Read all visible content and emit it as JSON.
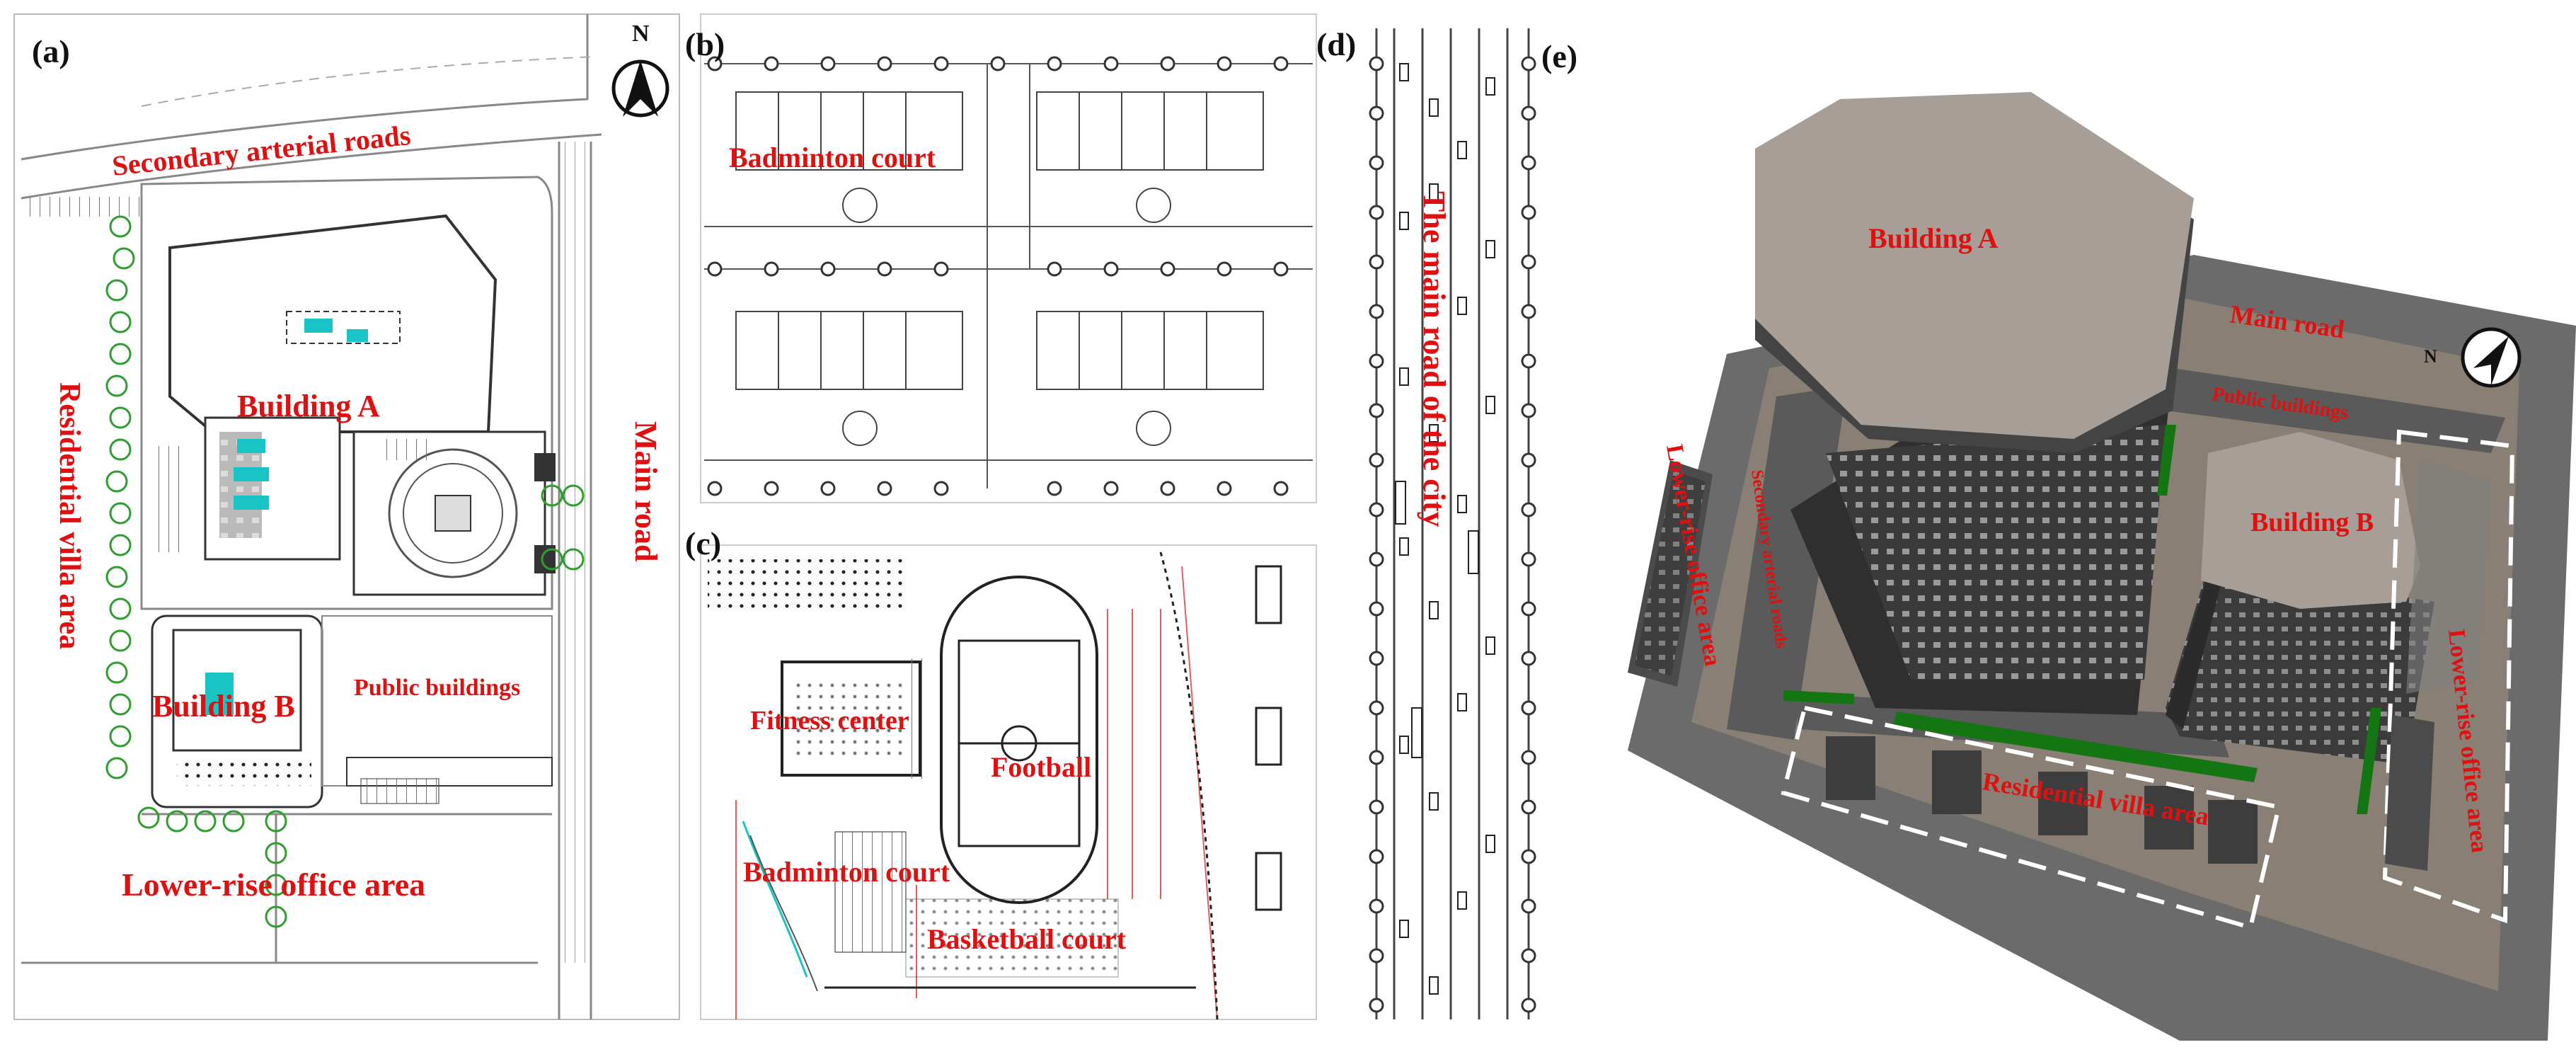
{
  "panels": {
    "a": {
      "label": "(a)",
      "north": "N",
      "labels": {
        "secondary_road": "Secondary arterial roads",
        "main_road": "Main road",
        "building_a": "Building A",
        "building_b": "Building B",
        "residential": "Residential villa area",
        "public": "Public buildings",
        "lower_office": "Lower-rise office area"
      }
    },
    "b": {
      "label": "(b)",
      "labels": {
        "badminton": "Badminton court"
      }
    },
    "c": {
      "label": "(c)",
      "labels": {
        "fitness": "Fitness center",
        "football": "Football",
        "badminton": "Badminton court",
        "basketball": "Basketball court"
      }
    },
    "d": {
      "label": "(d)",
      "labels": {
        "main_road_city": "The main road of the city"
      }
    },
    "e": {
      "label": "(e)",
      "north": "N",
      "labels": {
        "building_a": "Building A",
        "main_road": "Main road",
        "public": "Public buildings",
        "building_b": "Building B",
        "lower_office_left": "Lower-rise office area",
        "secondary_road": "Secondary arterial roads",
        "lower_office_right": "Lower-rise office area",
        "residential": "Residential villa area"
      }
    }
  },
  "colors": {
    "label_red": "#e01010",
    "tree_green": "#2e9e2e",
    "accent_cyan": "#19c4c4",
    "building_top": "#a69e97",
    "building_side": "#3a3a3a",
    "ground": "#6b6b6b",
    "site": "#8a7f75"
  }
}
